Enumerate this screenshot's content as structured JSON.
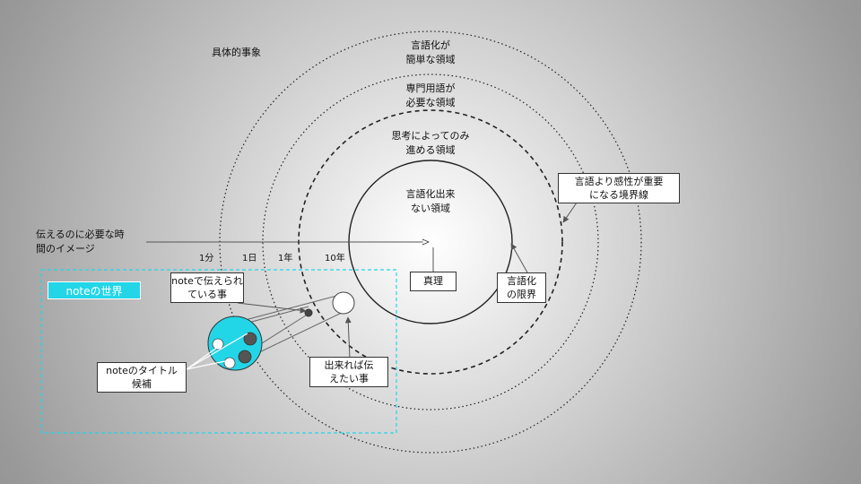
{
  "title": "具体的事象",
  "regions": {
    "easy": [
      "言語化が",
      "簡単な領域"
    ],
    "jargon": [
      "専門用語が",
      "必要な領域"
    ],
    "thought": [
      "思考によってのみ",
      "進める領域"
    ],
    "inexpressible": [
      "言語化出来",
      "ない領域"
    ]
  },
  "boundary_box": [
    "言語より感性が重要",
    "になる境界線"
  ],
  "limit_box": [
    "言語化",
    "の限界"
  ],
  "truth_box": "真理",
  "time_axis": {
    "label": [
      "伝えるのに必要な時",
      "間のイメージ"
    ],
    "ticks": [
      "1分",
      "1日",
      "1年",
      "10年"
    ]
  },
  "note_world": {
    "label": "noteの世界",
    "told_box": [
      "noteで伝えられ",
      "ている事"
    ],
    "title_box": [
      "noteのタイトル",
      "候補"
    ]
  },
  "wish_box": [
    "出来れば伝",
    "えたい事"
  ],
  "colors": {
    "cyan": "#22d6e8",
    "dark": "#333333"
  }
}
